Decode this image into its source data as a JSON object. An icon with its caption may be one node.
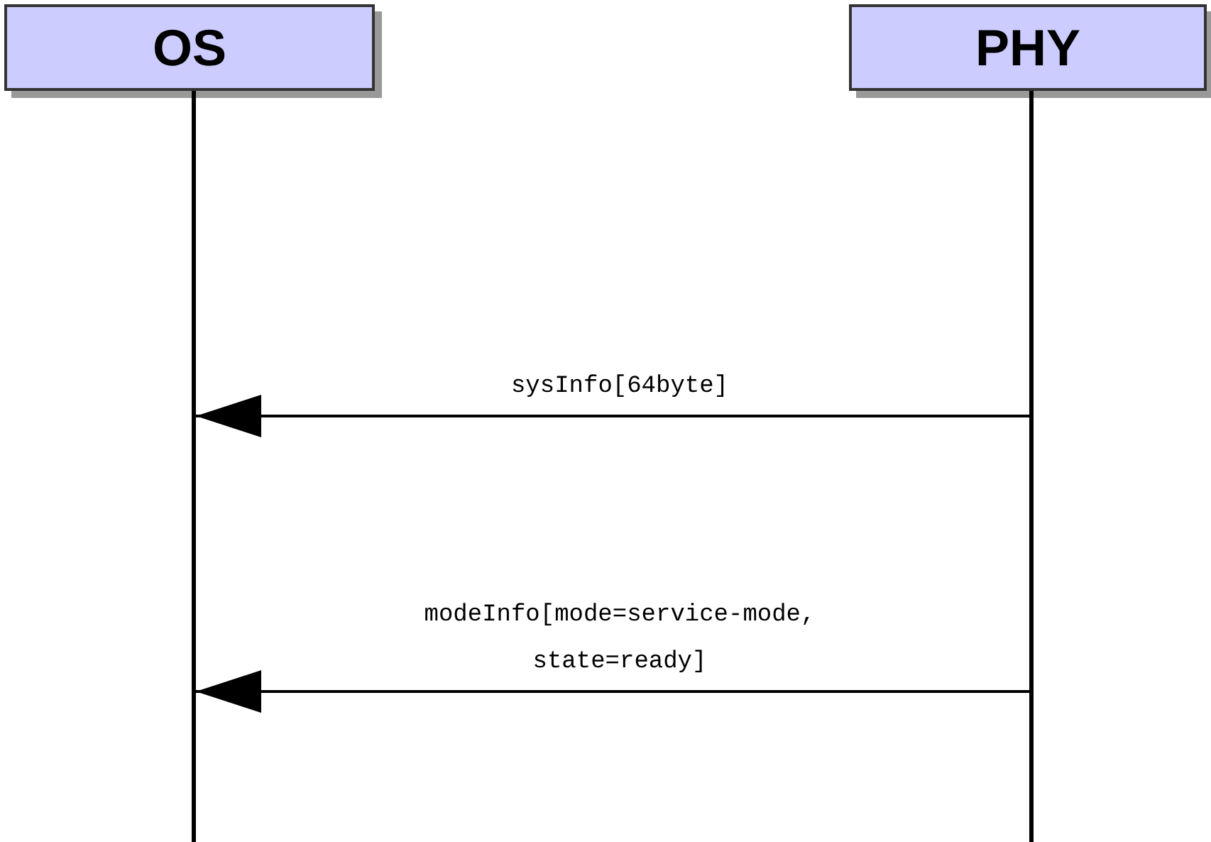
{
  "diagram": {
    "nodes": [
      {
        "text": [
          "OS"
        ]
      },
      {
        "text": [
          "PHY"
        ]
      },
      {
        "text": [],
        "shape": "bar"
      },
      {
        "text": [],
        "shape": "bar"
      }
    ],
    "edges": [
      {
        "from": 3,
        "to": 2,
        "arrow": "to",
        "label": "sysInfo[64byte]"
      },
      {
        "from": 3,
        "to": 2,
        "arrow": "to",
        "label": "modeInfo[mode=service-mode, state=ready]"
      }
    ]
  }
}
